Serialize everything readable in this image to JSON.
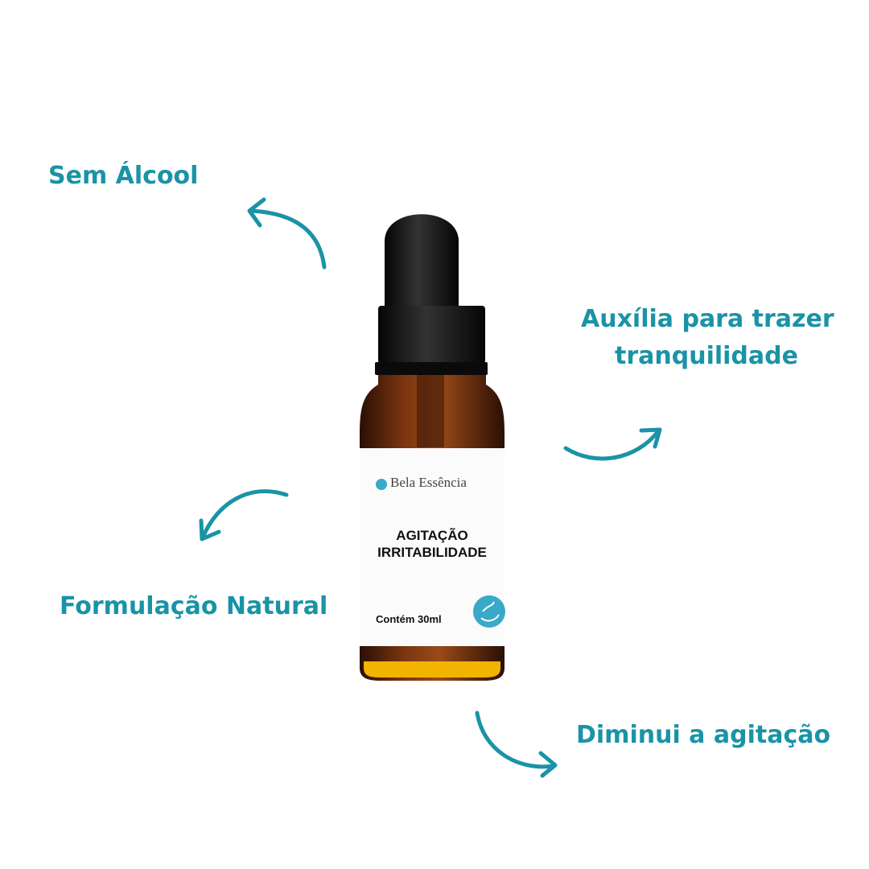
{
  "features": {
    "top_left": "Sem Álcool",
    "top_right_line1": "Auxília para trazer",
    "top_right_line2": "tranquilidade",
    "bottom_left": "Formulação Natural",
    "bottom_right": "Diminui a agitação"
  },
  "product": {
    "brand": "Bela Essência",
    "name_line1": "AGITAÇÃO",
    "name_line2": "IRRITABILIDADE",
    "volume": "Contém 30ml"
  },
  "colors": {
    "accent": "#1a93a6",
    "bottle": "#6b2e0c",
    "cap": "#141414"
  }
}
